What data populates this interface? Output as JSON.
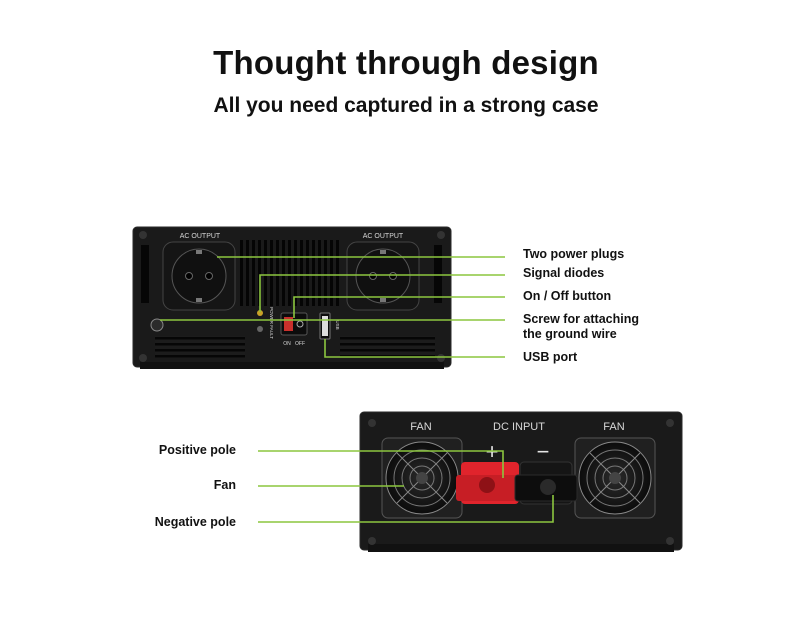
{
  "heading": {
    "title": "Thought through design",
    "subtitle": "All you need captured in a strong case"
  },
  "front_panel": {
    "socket_label_left": "AC OUTPUT",
    "socket_label_right": "AC OUTPUT",
    "fault_label": "POWER FAULT",
    "switch_on": "ON",
    "switch_off": "OFF",
    "usb_label": "USB",
    "callouts": [
      "Two power plugs",
      "Signal diodes",
      "On / Off button",
      "Screw for attaching",
      "the ground wire",
      "USB port"
    ]
  },
  "back_panel": {
    "fan_left": "FAN",
    "fan_right": "FAN",
    "dc_input": "DC INPUT",
    "plus": "+",
    "minus": "−",
    "callouts": [
      "Positive pole",
      "Fan",
      "Negative pole"
    ]
  },
  "colors": {
    "callout_line": "#8cc63f",
    "device_body": "#1a1a1a",
    "positive_terminal": "#e0242c",
    "negative_terminal": "#151515"
  }
}
